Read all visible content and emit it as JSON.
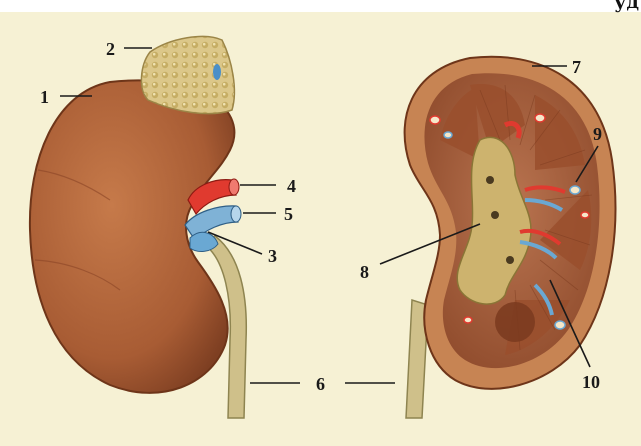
{
  "corner_text": "уд",
  "labels": {
    "l1": "1",
    "l2": "2",
    "l3": "3",
    "l4": "4",
    "l5": "5",
    "l6": "6",
    "l7": "7",
    "l8": "8",
    "l9": "9",
    "l10": "10"
  },
  "colors": {
    "background": "#f6f1d4",
    "kidney": "#b5683e",
    "adrenal": "#d9c383",
    "artery": "#e03a2f",
    "vein": "#7fb2d6",
    "ureter": "#cfc08a"
  }
}
